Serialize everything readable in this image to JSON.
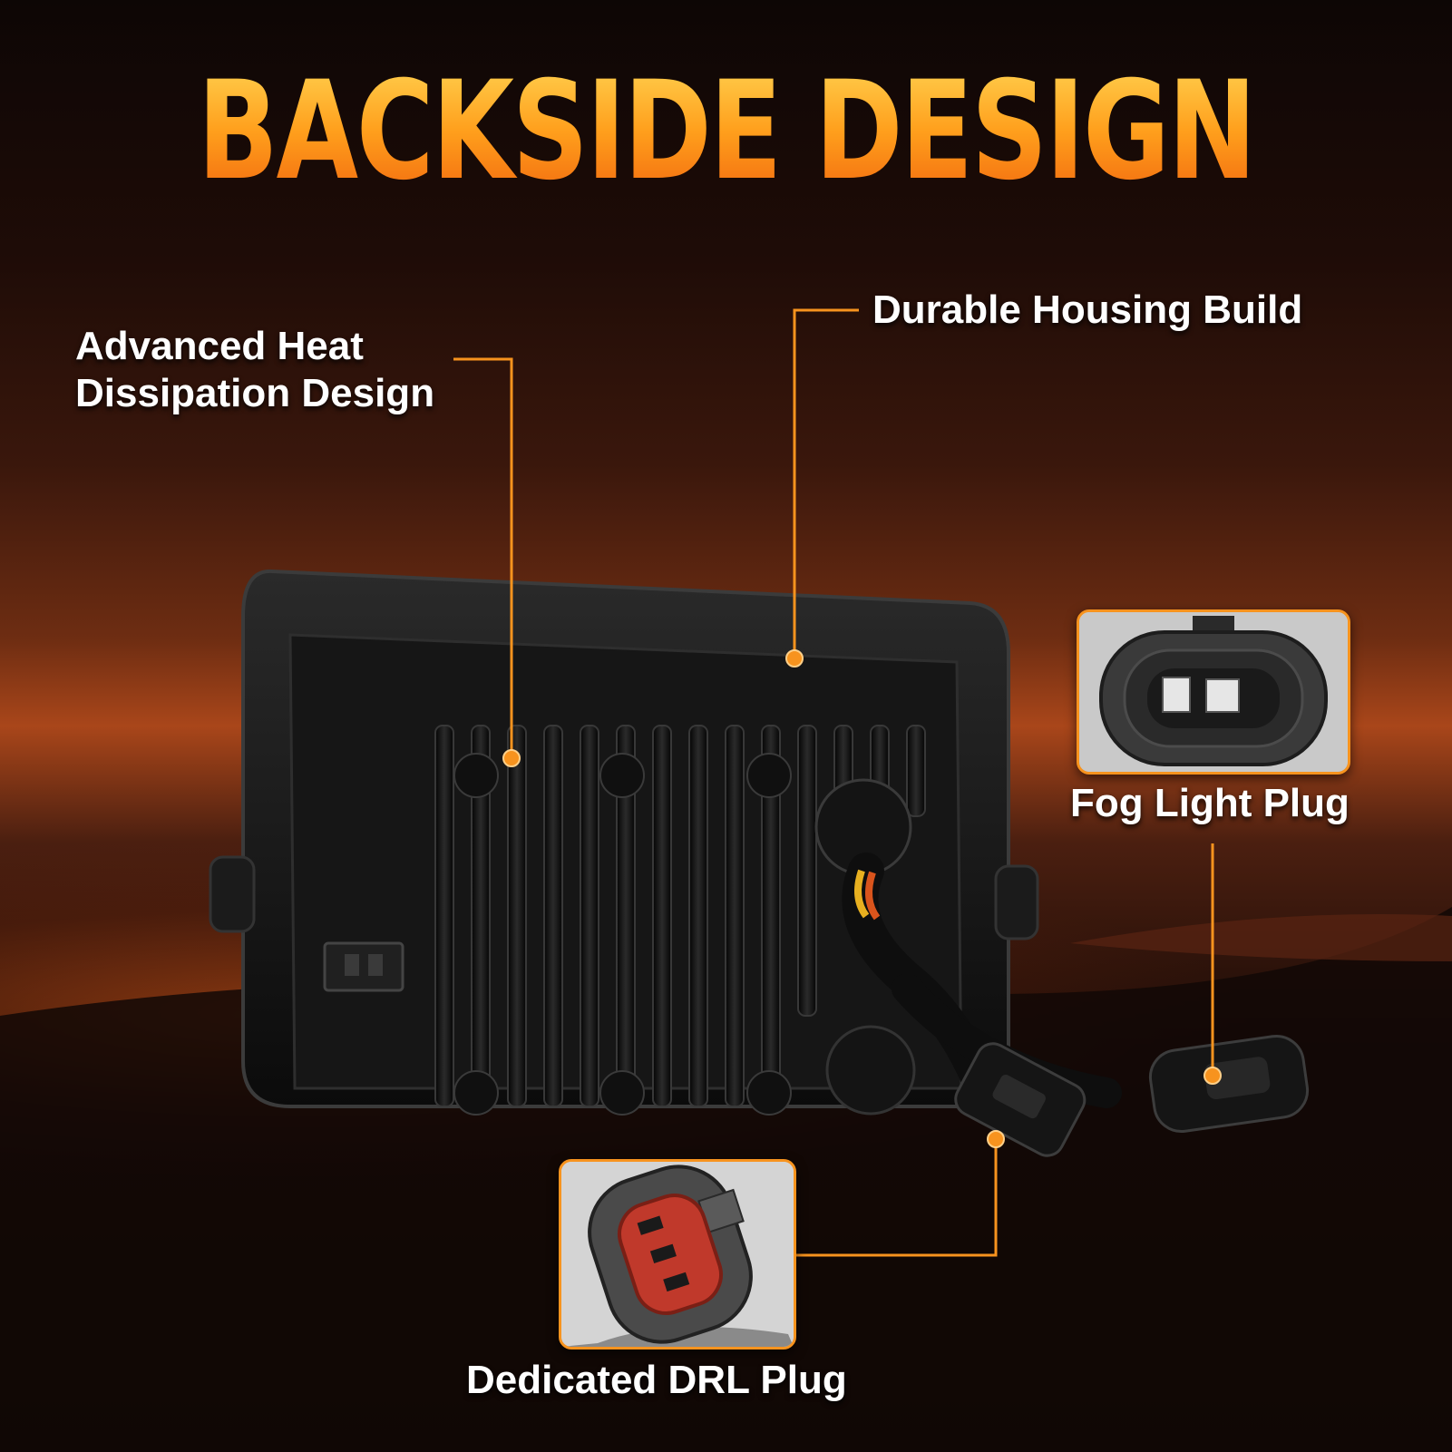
{
  "title": "BACKSIDE DESIGN",
  "callouts": {
    "heat_line1": "Advanced Heat",
    "heat_line2": "Dissipation Design",
    "housing": "Durable Housing Build",
    "fog_plug": "Fog Light Plug",
    "drl_plug": "Dedicated DRL Plug"
  },
  "colors": {
    "accent": "#f7931e",
    "text": "#ffffff",
    "drl_terminal": "#c0392b"
  }
}
